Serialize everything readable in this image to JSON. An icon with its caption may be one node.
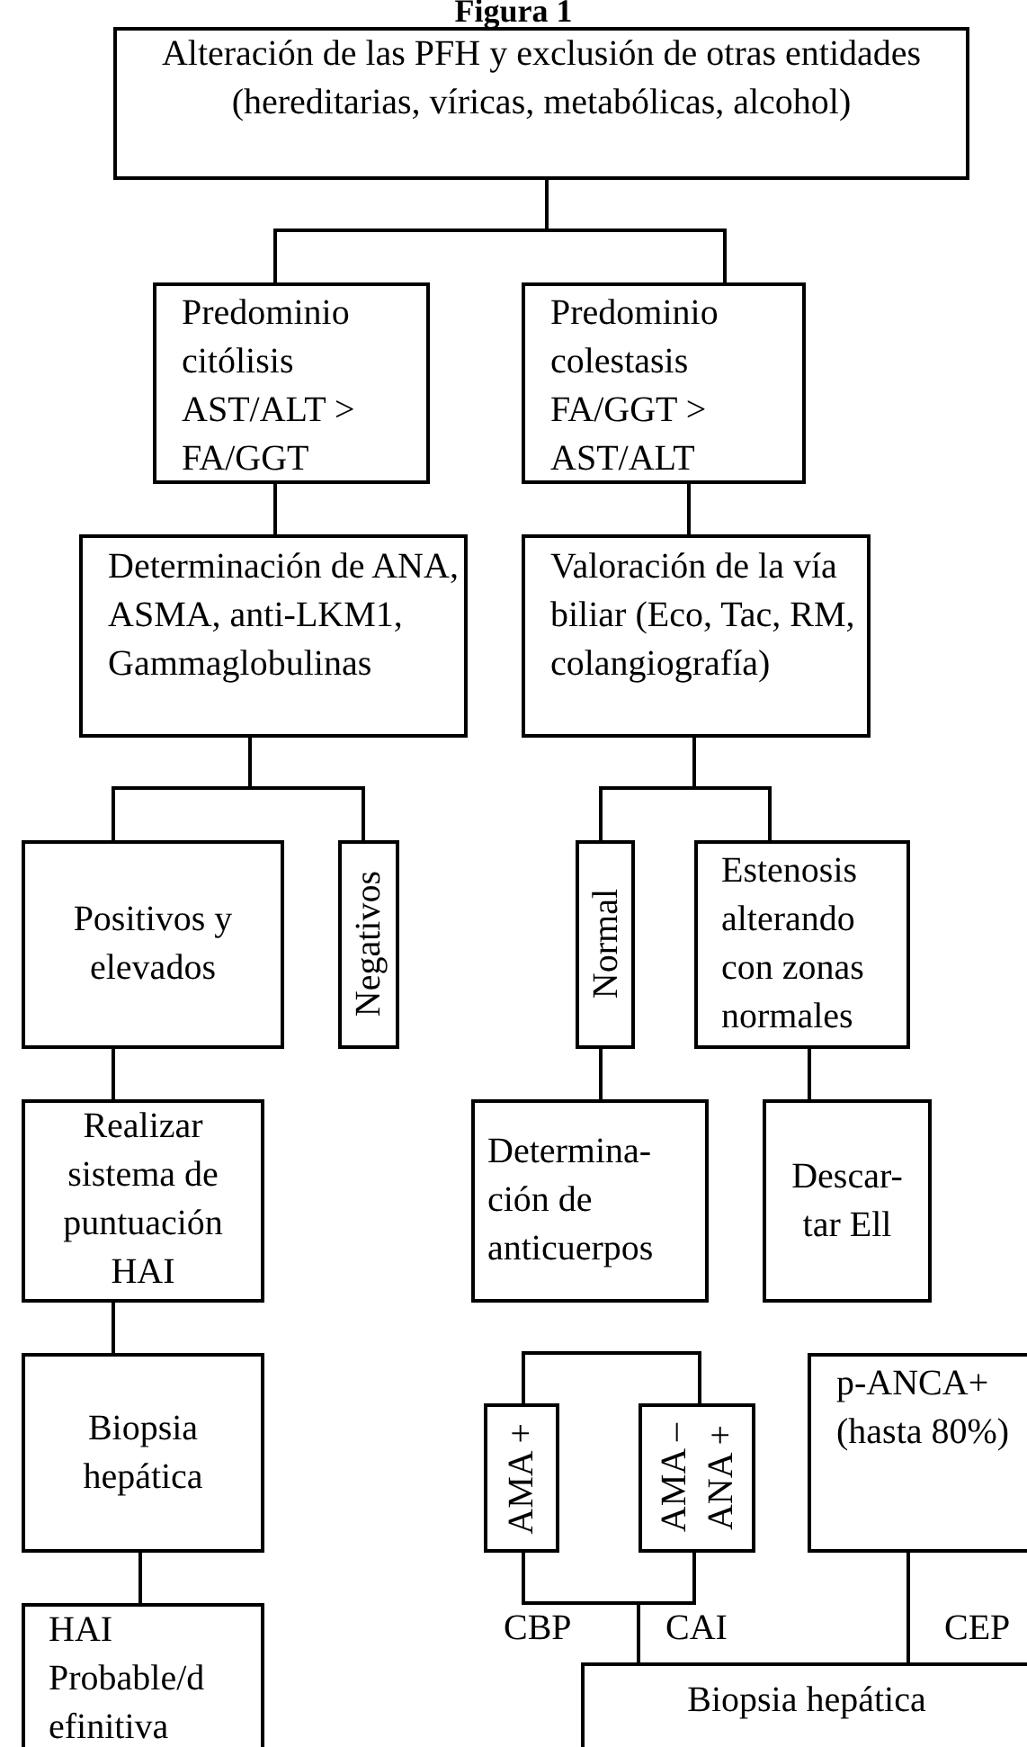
{
  "diagram": {
    "title": "Figura 1",
    "nodes": [
      {
        "text": [
          "Alteración de las PFH y exclusión de otras entidades (hereditarias, víricas, metabólicas, alcohol)"
        ]
      },
      {
        "text": [
          "Predominio citólisis AST/ALT > FA/GGT"
        ]
      },
      {
        "text": [
          "Predominio colestasis FA/GGT > AST/ALT"
        ]
      },
      {
        "text": [
          "Determinación de ANA, ASMA, anti-LKM1, Gammaglobulinas"
        ]
      },
      {
        "text": [
          "Valoración de la vía biliar (Eco, Tac, RM, colangiografía)"
        ]
      },
      {
        "text": [
          "Positivos y elevados"
        ]
      },
      {
        "text": [
          "Negativos"
        ]
      },
      {
        "text": [
          "Normal"
        ]
      },
      {
        "text": [
          "Estenosis alterando con zonas normales"
        ]
      },
      {
        "text": [
          "Realizar sistema de puntuación HAI"
        ]
      },
      {
        "text": [
          "Determina- ción de anticuerpos"
        ]
      },
      {
        "text": [
          "Descar- tar Ell"
        ]
      },
      {
        "text": [
          "Biopsia hepática"
        ]
      },
      {
        "text": [
          "AMA +"
        ]
      },
      {
        "text": [
          "AMA –",
          "ANA +"
        ]
      },
      {
        "text": [
          "p-ANCA+ (hasta 80%)"
        ]
      },
      {
        "text": [
          "HAI Probable/d efinitiva"
        ]
      },
      {
        "text": [
          "Biopsia hepática"
        ]
      }
    ],
    "edges": [
      {
        "from": 0,
        "to": 1,
        "arrow": "none"
      },
      {
        "from": 0,
        "to": 2,
        "arrow": "none"
      },
      {
        "from": 1,
        "to": 3,
        "arrow": "none"
      },
      {
        "from": 2,
        "to": 4,
        "arrow": "none"
      },
      {
        "from": 3,
        "to": 5,
        "arrow": "none"
      },
      {
        "from": 3,
        "to": 6,
        "arrow": "none"
      },
      {
        "from": 4,
        "to": 7,
        "arrow": "none"
      },
      {
        "from": 4,
        "to": 8,
        "arrow": "none"
      },
      {
        "from": 5,
        "to": 9,
        "arrow": "none"
      },
      {
        "from": 7,
        "to": 10,
        "arrow": "none"
      },
      {
        "from": 8,
        "to": 11,
        "arrow": "none"
      },
      {
        "from": 9,
        "to": 12,
        "arrow": "none"
      },
      {
        "from": 12,
        "to": 16,
        "arrow": "none"
      },
      {
        "from": 13,
        "to": 14,
        "arrow": "none"
      },
      {
        "from": 13,
        "to": 17,
        "arrow": "none"
      },
      {
        "from": 14,
        "to": 17,
        "arrow": "none"
      },
      {
        "from": 15,
        "to": 17,
        "arrow": "none"
      }
    ],
    "labels": [
      "CBP",
      "CAI",
      "CEP"
    ]
  }
}
